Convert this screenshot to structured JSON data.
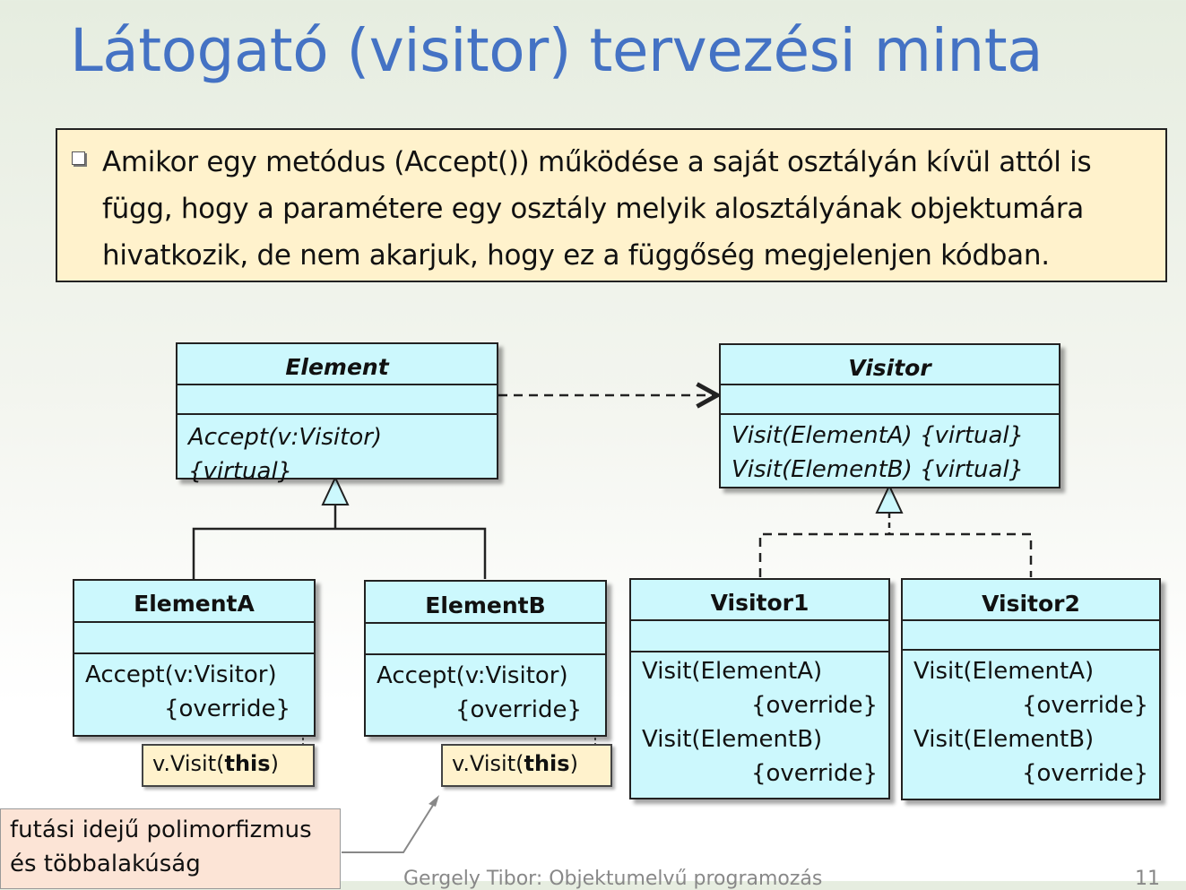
{
  "slide": {
    "title": "Látogató (visitor) tervezési minta",
    "info_text": "Amikor egy metódus (Accept()) működése a saját osztályán kívül attól is függ, hogy a paramétere egy osztály melyik alosztályának objektumára hivatkozik, de nem akarjuk, hogy ez a függőség megjelenjen kódban.",
    "footer": "Gergely Tibor: Objektumelvű programozás",
    "page_number": "11"
  },
  "diagram": {
    "element": {
      "name": "Element",
      "op1": "Accept(v:Visitor) {virtual}"
    },
    "visitor": {
      "name": "Visitor",
      "op1": "Visit(ElementA) {virtual}",
      "op2": "Visit(ElementB) {virtual}"
    },
    "element_a": {
      "name": "ElementA",
      "op1": "Accept(v:Visitor)",
      "op1_mod": "{override}",
      "note_prefix": "v.Visit(",
      "note_bold": "this",
      "note_suffix": ")"
    },
    "element_b": {
      "name": "ElementB",
      "op1": "Accept(v:Visitor)",
      "op1_mod": "{override}",
      "note_prefix": "v.Visit(",
      "note_bold": "this",
      "note_suffix": ")"
    },
    "visitor1": {
      "name": "Visitor1",
      "op1": "Visit(ElementA)",
      "op1_mod": "{override}",
      "op2": "Visit(ElementB)",
      "op2_mod": "{override}"
    },
    "visitor2": {
      "name": "Visitor2",
      "op1": "Visit(ElementA)",
      "op1_mod": "{override}",
      "op2": "Visit(ElementB)",
      "op2_mod": "{override}"
    },
    "callout": {
      "line1": "futási idejű polimorfizmus",
      "line2": "és többalakúság"
    },
    "colors": {
      "class_fill": "#ccf8fd",
      "note_fill": "#fff2cc",
      "callout_fill": "#fce4d6",
      "title": "#4472c4"
    }
  }
}
